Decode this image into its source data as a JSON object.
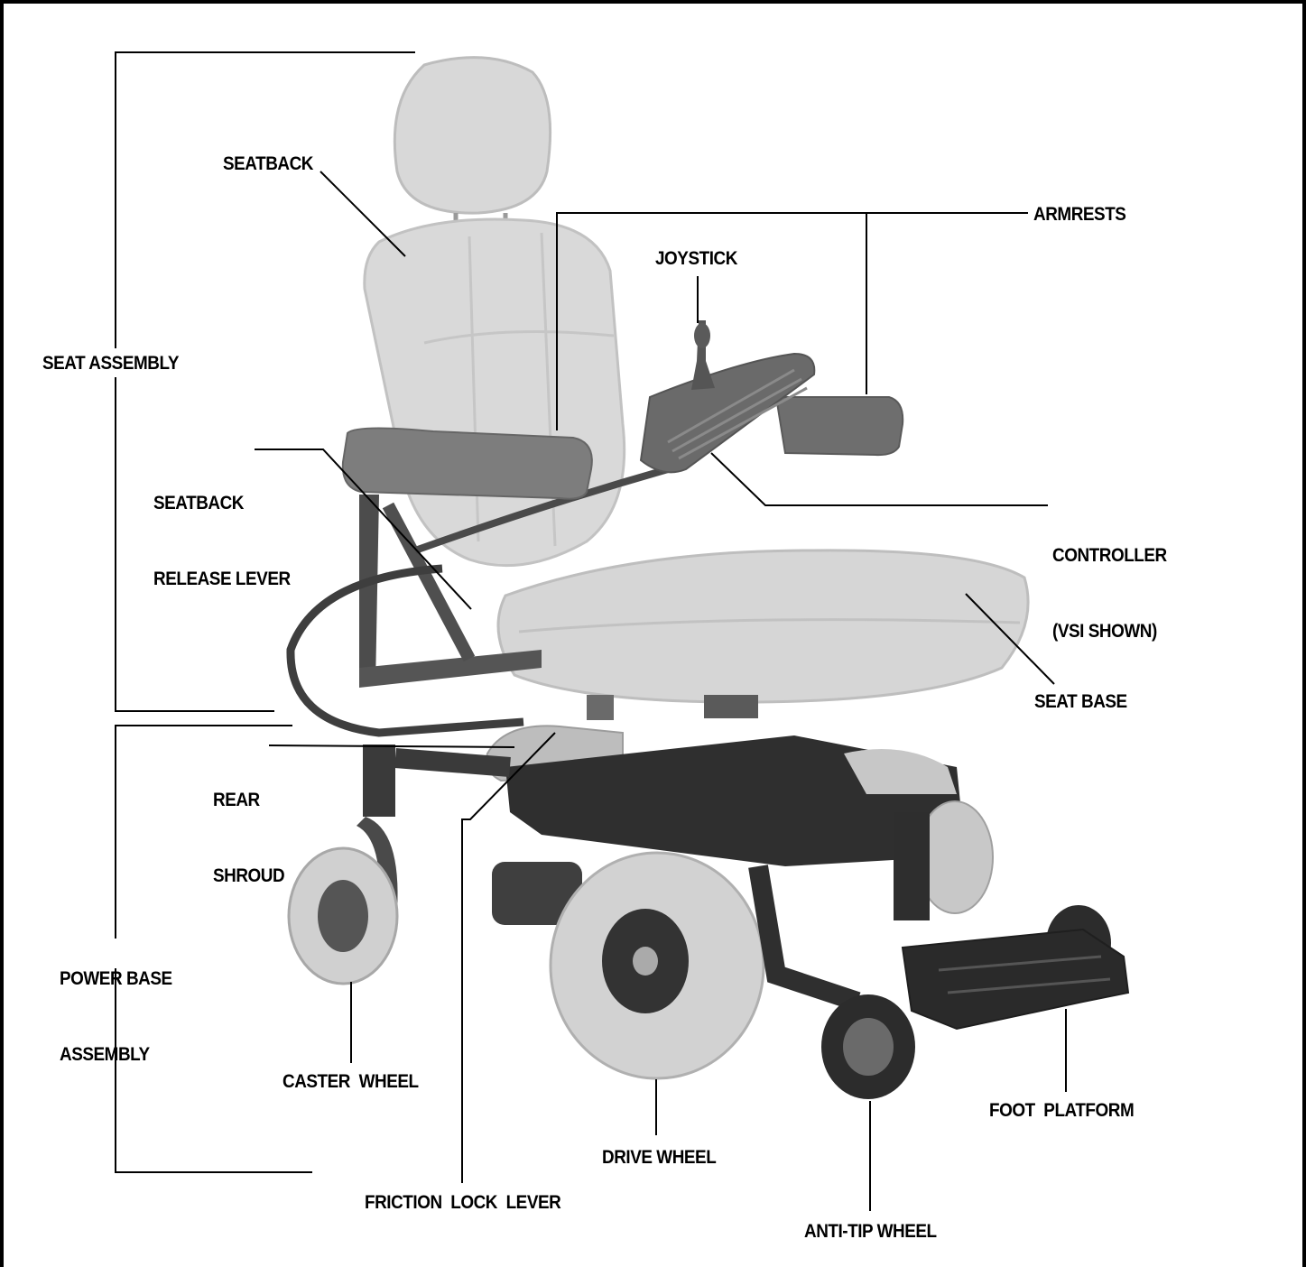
{
  "labels": {
    "seat_assembly": "SEAT ASSEMBLY",
    "seatback": "SEATBACK",
    "armrests": "ARMRESTS",
    "joystick": "JOYSTICK",
    "seatback_release_lever": [
      "SEATBACK",
      "RELEASE LEVER"
    ],
    "controller": [
      "CONTROLLER",
      "(VSI SHOWN)"
    ],
    "seat_base": "SEAT BASE",
    "rear_shroud": [
      "REAR",
      "SHROUD"
    ],
    "power_base_assembly": [
      "POWER BASE",
      "ASSEMBLY"
    ],
    "caster_wheel": "CASTER  WHEEL",
    "drive_wheel": "DRIVE WHEEL",
    "foot_platform": "FOOT  PLATFORM",
    "friction_lock_lever": "FRICTION  LOCK  LEVER",
    "anti_tip_wheel": "ANTI-TIP WHEEL"
  },
  "colors": {
    "frame": "#000000",
    "leader_lines": "#000000",
    "seat": "#d6d6d6",
    "seat_shadow": "#bcbcbc",
    "armrest": "#7a7a7a",
    "frame_metal": "#4a4a4a",
    "base": "#2e2e2e",
    "tire": "#d2d2d2",
    "hub": "#3a3a3a"
  }
}
